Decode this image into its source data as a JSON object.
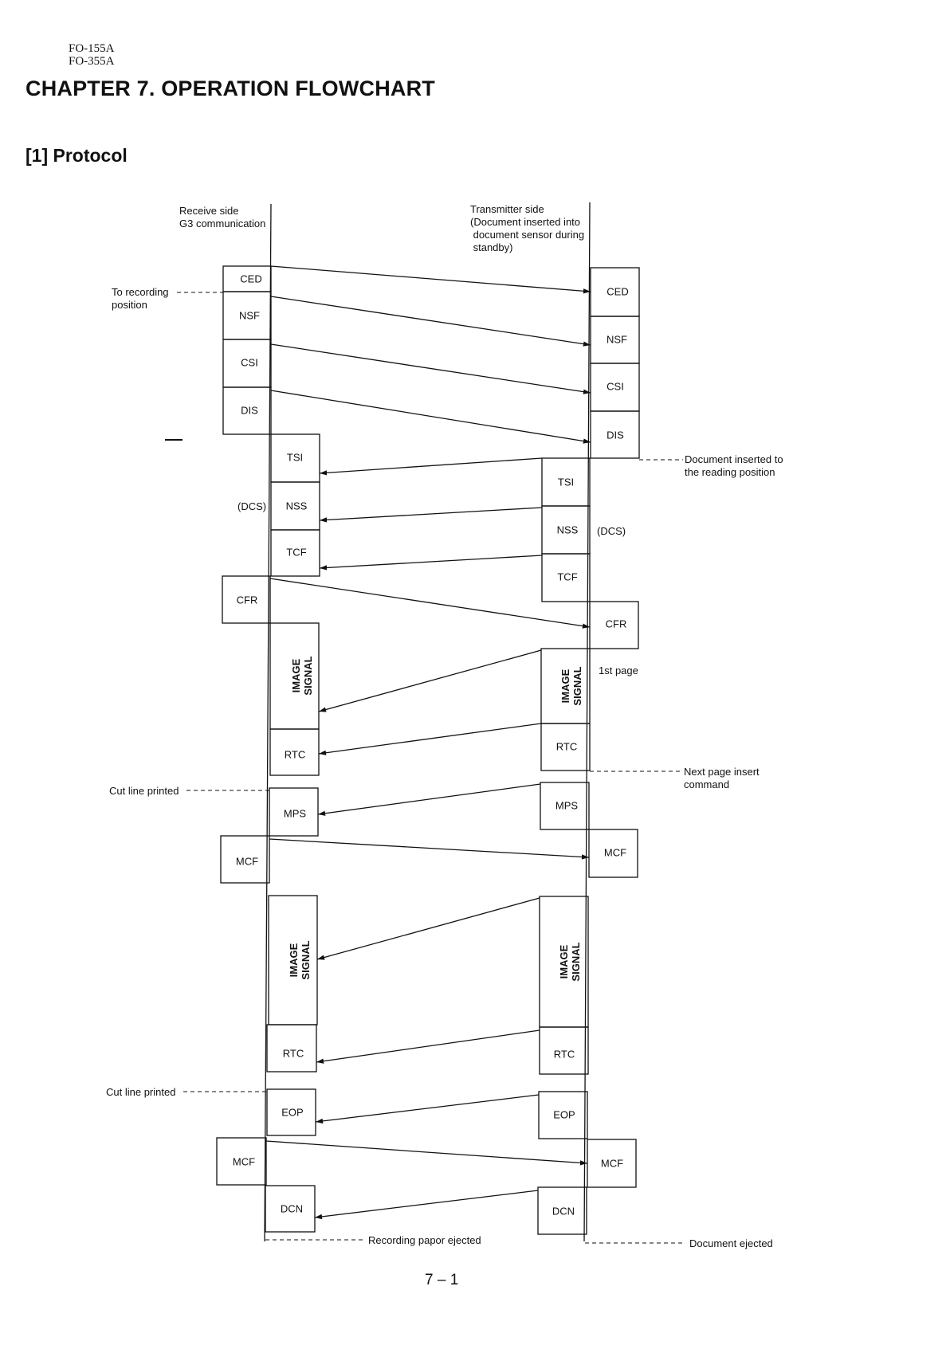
{
  "header": {
    "model_1": "FO-155A",
    "model_2": "FO-355A",
    "chapter_title": "CHAPTER 7. OPERATION FLOWCHART",
    "section_title": "[1] Protocol"
  },
  "diagram": {
    "receive_side_title": [
      "Receive side",
      "G3 communication"
    ],
    "transmit_side_title": [
      "Transmitter side",
      "(Document inserted into",
      " document sensor during",
      " standby)"
    ],
    "receiver_blocks": {
      "ced": "CED",
      "nsf": "NSF",
      "csi": "CSI",
      "dis": "DIS",
      "tsi": "TSI",
      "nss": "NSS",
      "tcf": "TCF",
      "cfr": "CFR",
      "image1": [
        "IMAGE",
        "SIGNAL"
      ],
      "rtc1": "RTC",
      "mps": "MPS",
      "mcf1": "MCF",
      "image2": [
        "IMAGE",
        "SIGNAL"
      ],
      "rtc2": "RTC",
      "eop": "EOP",
      "mcf2": "MCF",
      "dcn": "DCN"
    },
    "transmitter_blocks": {
      "ced": "CED",
      "nsf": "NSF",
      "csi": "CSI",
      "dis": "DIS",
      "tsi": "TSI",
      "nss": "NSS",
      "tcf": "TCF",
      "cfr": "CFR",
      "image1": [
        "IMAGE",
        "SIGNAL"
      ],
      "rtc1": "RTC",
      "mps": "MPS",
      "mcf1": "MCF",
      "image2": [
        "IMAGE",
        "SIGNAL"
      ],
      "rtc2": "RTC",
      "eop": "EOP",
      "mcf2": "MCF",
      "dcn": "DCN"
    },
    "dcs_left": "(DCS)",
    "dcs_right": "(DCS)",
    "first_page": "1st page",
    "notes": {
      "to_recording": [
        "To recording",
        "position"
      ],
      "doc_reading": [
        "Document inserted to",
        "the reading position"
      ],
      "next_page": [
        "Next page insert",
        "command"
      ],
      "cut_line_1": "Cut line printed",
      "cut_line_2": "Cut line printed",
      "recording_paper": "Recording papor ejected",
      "document_ejected": "Document ejected"
    }
  },
  "footer": {
    "page_number": "7 – 1"
  }
}
